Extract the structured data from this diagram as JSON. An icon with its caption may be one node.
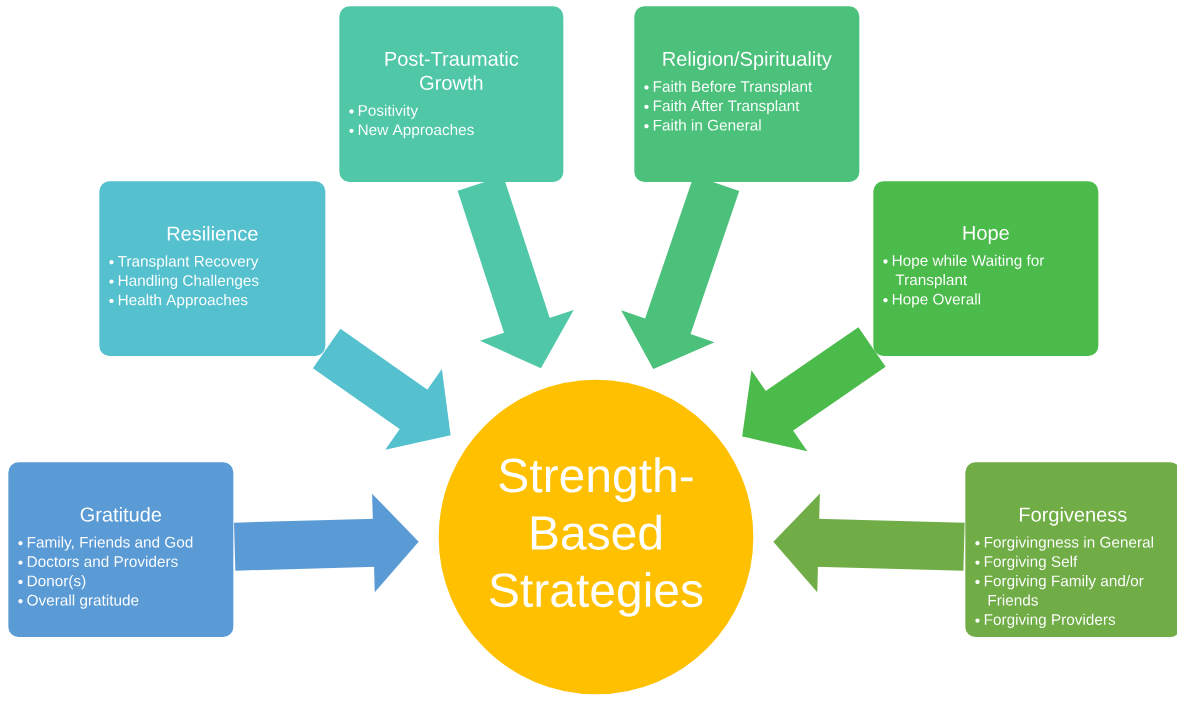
{
  "diagram": {
    "nodes": [
      {
        "text": [
          "Gratitude",
          "Family, Friends and God",
          "Doctors and Providers",
          "Donor(s)",
          "Overall gratitude"
        ]
      },
      {
        "text": [
          "Resilience",
          "Transplant Recovery",
          "Handling Challenges",
          "Health Approaches"
        ]
      },
      {
        "text": [
          "Post-Traumatic Growth",
          "Positivity",
          "New Approaches"
        ]
      },
      {
        "text": [
          "Religion/Spirituality",
          "Faith Before Transplant",
          "Faith After Transplant",
          "Faith in General"
        ]
      },
      {
        "text": [
          "Hope",
          "Hope while Waiting for Transplant",
          "Hope Overall"
        ]
      },
      {
        "text": [
          "Forgiveness",
          "Forgivingness in General",
          "Forgiving Self",
          "Forgiving Family and/or Friends",
          "Forgiving Providers"
        ]
      },
      {
        "text": [
          "Strength-Based Strategies"
        ]
      }
    ],
    "edges": [
      {
        "from": 0,
        "to": 6,
        "arrow": "to",
        "color": "#5b9bd5"
      },
      {
        "from": 1,
        "to": 6,
        "arrow": "to",
        "color": "#55c1cf"
      },
      {
        "from": 2,
        "to": 6,
        "arrow": "to",
        "color": "#50c8a8"
      },
      {
        "from": 3,
        "to": 6,
        "arrow": "to",
        "color": "#4cc17c"
      },
      {
        "from": 4,
        "to": 6,
        "arrow": "to",
        "color": "#4bbb4b"
      },
      {
        "from": 5,
        "to": 6,
        "arrow": "to",
        "color": "#70ad47"
      }
    ]
  }
}
